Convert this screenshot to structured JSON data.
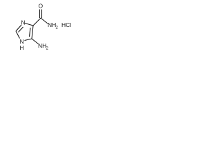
{
  "molecule": {
    "atoms": {
      "ring_n_top": "N",
      "ring_nh": "N",
      "ring_nh_h": "H",
      "amide_o": "O",
      "amide_nh2": "NH",
      "amide_nh2_sub": "2",
      "amino_nh2": "NH",
      "amino_nh2_sub": "2"
    },
    "salt": "HCl"
  }
}
